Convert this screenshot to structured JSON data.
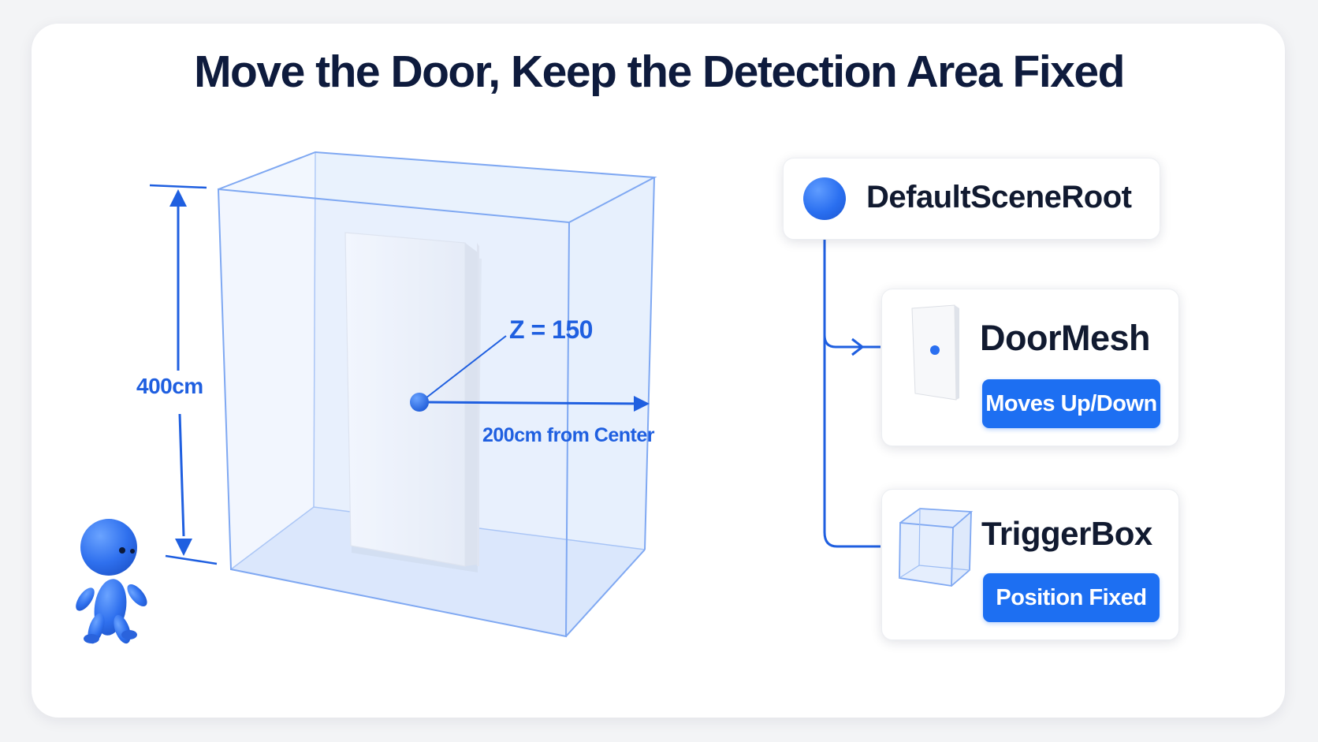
{
  "title": "Move the Door, Keep the Detection Area Fixed",
  "illustration": {
    "height_label": "400cm",
    "z_label": "Z = 150",
    "distance_label": "200cm from Center"
  },
  "hierarchy": {
    "root": {
      "name": "DefaultSceneRoot",
      "icon": "sphere-icon"
    },
    "children": [
      {
        "name": "DoorMesh",
        "badge": "Moves Up/Down",
        "icon": "door-thumbnail-icon"
      },
      {
        "name": "TriggerBox",
        "badge": "Position Fixed",
        "icon": "cube-thumbnail-icon"
      }
    ]
  },
  "colors": {
    "accent": "#1d6ff2",
    "title": "#0e1b3d",
    "box_edge": "#7fa8f2",
    "box_fill": "#dde9fc"
  }
}
